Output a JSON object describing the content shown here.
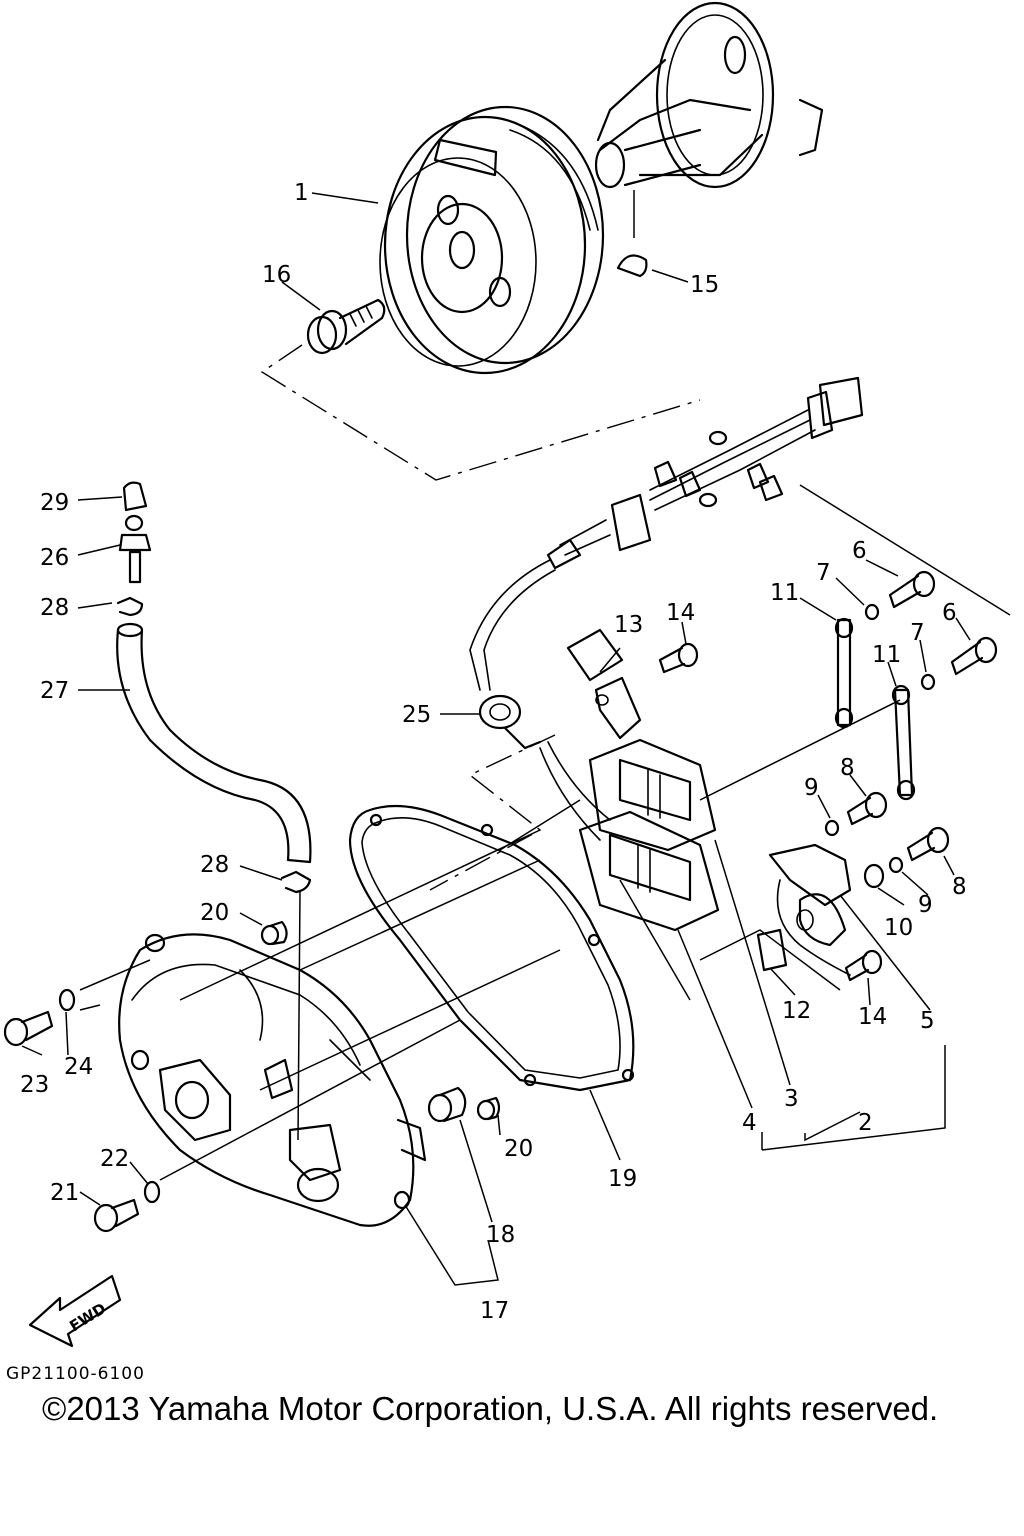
{
  "diagram": {
    "callouts": {
      "c1": "1",
      "c2": "2",
      "c3": "3",
      "c4": "4",
      "c5": "5",
      "c6a": "6",
      "c6b": "6",
      "c7a": "7",
      "c7b": "7",
      "c8a": "8",
      "c8b": "8",
      "c9a": "9",
      "c9b": "9",
      "c10": "10",
      "c11a": "11",
      "c11b": "11",
      "c12": "12",
      "c13": "13",
      "c14a": "14",
      "c14b": "14",
      "c15": "15",
      "c16": "16",
      "c17": "17",
      "c18": "18",
      "c19": "19",
      "c20a": "20",
      "c20b": "20",
      "c21": "21",
      "c22": "22",
      "c23": "23",
      "c24": "24",
      "c25": "25",
      "c26": "26",
      "c27": "27",
      "c28a": "28",
      "c28b": "28",
      "c29": "29"
    },
    "direction_label": "FWD",
    "figure_code": "GP21100-6100",
    "copyright": "©2013 Yamaha Motor Corporation, U.S.A. All rights reserved."
  }
}
